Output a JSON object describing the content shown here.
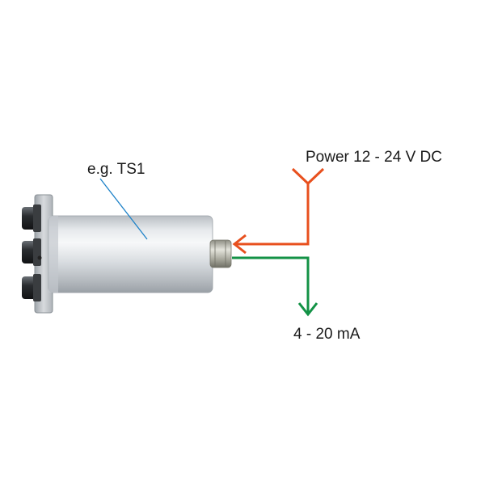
{
  "labels": {
    "sensor": "e.g. TS1",
    "power": "Power 12 - 24 V DC",
    "output": "4 - 20 mA"
  },
  "colors": {
    "power_line": "#e8501e",
    "output_line": "#139246",
    "leader_line": "#1e82c8",
    "text": "#1a1a1a"
  },
  "icons": {
    "sensor": "cylindrical-sensor-icon"
  }
}
